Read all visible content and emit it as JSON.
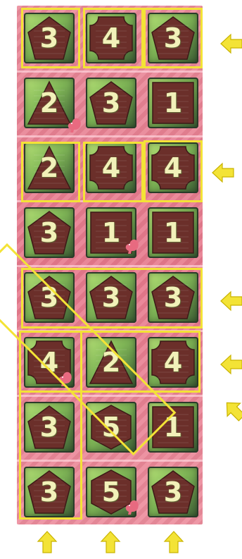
{
  "board": {
    "rows": [
      [
        "3",
        "4",
        "3"
      ],
      [
        "2",
        "3",
        "1"
      ],
      [
        "2",
        "4",
        "4"
      ],
      [
        "3",
        "1",
        "1"
      ],
      [
        "3",
        "3",
        "3"
      ],
      [
        "4",
        "2",
        "4"
      ],
      [
        "3",
        "5",
        "1"
      ],
      [
        "3",
        "5",
        "3"
      ]
    ],
    "shapes": [
      [
        "pentagon",
        "square-corners",
        "pentagon"
      ],
      [
        "triangle",
        "pentagon",
        "square"
      ],
      [
        "triangle",
        "square-corners",
        "square-corners"
      ],
      [
        "pentagon",
        "square",
        "square"
      ],
      [
        "pentagon",
        "pentagon",
        "pentagon"
      ],
      [
        "square-corners",
        "triangle",
        "square-corners"
      ],
      [
        "pentagon",
        "hexagon",
        "square"
      ],
      [
        "pentagon",
        "hexagon",
        "pentagon"
      ]
    ]
  },
  "arrows": {
    "right_rows": [
      "row-1",
      "row-3",
      "row-5",
      "row-6"
    ],
    "diagonal": "diagonal-up-left",
    "bottom_columns": [
      "col-1",
      "col-2",
      "col-3"
    ]
  },
  "colors": {
    "highlight": "#f3e336",
    "arrow": "#f3e336",
    "board_bg": "#e7798c",
    "tile_fill": "#6b2f2a",
    "digit": "#f2f1b9"
  }
}
